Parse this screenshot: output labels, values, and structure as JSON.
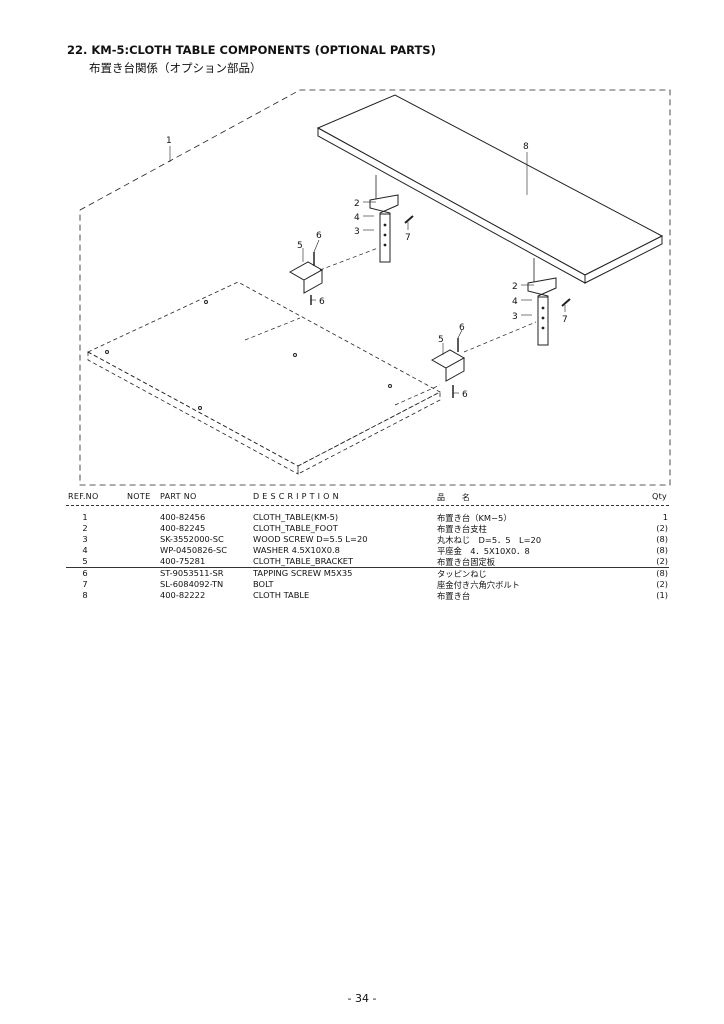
{
  "title": "22. KM-5:CLOTH TABLE COMPONENTS (OPTIONAL PARTS)",
  "subtitle": "布置き台関係（オプション部品）",
  "diagram": {
    "callouts": [
      "1",
      "8",
      "2",
      "4",
      "3",
      "7",
      "5",
      "6",
      "6",
      "2",
      "4",
      "3",
      "7",
      "5",
      "6",
      "6"
    ]
  },
  "table": {
    "headers": {
      "ref": "REF.NO",
      "note": "NOTE",
      "part": "PART NO",
      "desc": "D E S C R I P T I O N",
      "jp": "品　　名",
      "qty": "Qty"
    },
    "rows": [
      {
        "ref": "1",
        "part": "400-82456",
        "desc": "CLOTH_TABLE(KM-5)",
        "jp": "布置き台（KM−5）",
        "qty": "1"
      },
      {
        "ref": "2",
        "part": "400-82245",
        "desc": "CLOTH_TABLE_FOOT",
        "jp": "布置き台支柱",
        "qty": "(2)"
      },
      {
        "ref": "3",
        "part": "SK-3552000-SC",
        "desc": "WOOD SCREW D=5.5 L=20",
        "jp": "丸木ねじ　D=5．5　L=20",
        "qty": "(8)"
      },
      {
        "ref": "4",
        "part": "WP-0450826-SC",
        "desc": "WASHER 4.5X10X0.8",
        "jp": "平座金　4．5X10X0．8",
        "qty": "(8)"
      },
      {
        "ref": "5",
        "part": "400-75281",
        "desc": "CLOTH_TABLE_BRACKET",
        "jp": "布置き台固定板",
        "qty": "(2)"
      },
      {
        "ref": "6",
        "part": "ST-9053511-SR",
        "desc": "TAPPING SCREW M5X35",
        "jp": "タッピンねじ",
        "qty": "(8)"
      },
      {
        "ref": "7",
        "part": "SL-6084092-TN",
        "desc": "BOLT",
        "jp": "座金付き六角穴ボルト",
        "qty": "(2)"
      },
      {
        "ref": "8",
        "part": "400-82222",
        "desc": "CLOTH TABLE",
        "jp": "布置き台",
        "qty": "(1)"
      }
    ]
  },
  "page_number": "- 34 -"
}
